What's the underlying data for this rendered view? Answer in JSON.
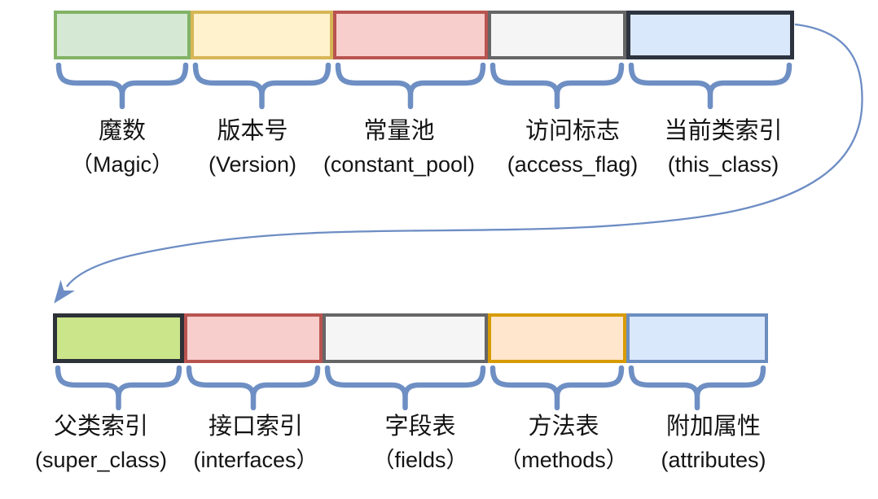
{
  "diagram": {
    "name": "java-class-file-structure",
    "brace_color": "#6e8fc3",
    "arrow_color": "#6d8dc4",
    "rows": [
      {
        "name": "top",
        "segments": [
          {
            "id": "magic",
            "label_zh": "魔数",
            "label_en": "（Magic）",
            "fill": "#d5e8d4",
            "border": "#82b366"
          },
          {
            "id": "version",
            "label_zh": "版本号",
            "label_en": "(Version)",
            "fill": "#fff2cc",
            "border": "#d6b656"
          },
          {
            "id": "constant-pool",
            "label_zh": "常量池",
            "label_en": "(constant_pool)",
            "fill": "#f8cecc",
            "border": "#b85450"
          },
          {
            "id": "access-flag",
            "label_zh": "访问标志",
            "label_en": "(access_flag)",
            "fill": "#f5f5f5",
            "border": "#666666"
          },
          {
            "id": "this-class",
            "label_zh": "当前类索引",
            "label_en": "(this_class)",
            "fill": "#dae8fc",
            "border": "#2d3440"
          }
        ]
      },
      {
        "name": "bottom",
        "segments": [
          {
            "id": "super-class",
            "label_zh": "父类索引",
            "label_en": "(super_class)",
            "fill": "#cbe58b",
            "border": "#2d3138"
          },
          {
            "id": "interfaces",
            "label_zh": "接口索引",
            "label_en": "(interfaces）",
            "fill": "#f8cecc",
            "border": "#b85450"
          },
          {
            "id": "fields",
            "label_zh": "字段表",
            "label_en": "（fields）",
            "fill": "#f5f5f5",
            "border": "#666666"
          },
          {
            "id": "methods",
            "label_zh": "方法表",
            "label_en": "（methods）",
            "fill": "#ffe6cc",
            "border": "#d79b00"
          },
          {
            "id": "attributes",
            "label_zh": "附加属性",
            "label_en": "(attributes)",
            "fill": "#dae8fc",
            "border": "#6c8ebf"
          }
        ]
      }
    ]
  }
}
